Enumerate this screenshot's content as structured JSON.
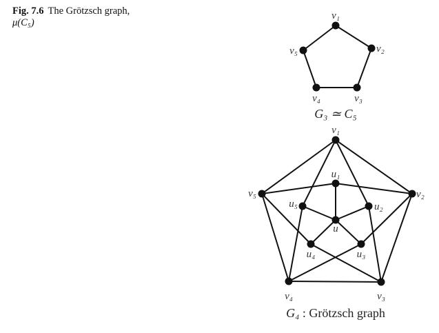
{
  "caption": {
    "figure_number": "Fig. 7.6",
    "text": "The Grötzsch graph,",
    "line2": "μ(C₅)"
  },
  "graphs": [
    {
      "id": "G3",
      "title_math": "G₃ ≃ C₅",
      "vertices": [
        {
          "id": "v1",
          "label": "v₁"
        },
        {
          "id": "v2",
          "label": "v₂"
        },
        {
          "id": "v3",
          "label": "v₃"
        },
        {
          "id": "v4",
          "label": "v₄"
        },
        {
          "id": "v5",
          "label": "v₅"
        }
      ],
      "edges": [
        [
          "v1",
          "v2"
        ],
        [
          "v2",
          "v3"
        ],
        [
          "v3",
          "v4"
        ],
        [
          "v4",
          "v5"
        ],
        [
          "v5",
          "v1"
        ]
      ]
    },
    {
      "id": "G4",
      "title_math": "G₄",
      "title_text": " : Grötzsch graph",
      "vertices": [
        {
          "id": "v1",
          "label": "v₁"
        },
        {
          "id": "v2",
          "label": "v₂"
        },
        {
          "id": "v3",
          "label": "v₃"
        },
        {
          "id": "v4",
          "label": "v₄"
        },
        {
          "id": "v5",
          "label": "v₅"
        },
        {
          "id": "u1",
          "label": "u₁"
        },
        {
          "id": "u2",
          "label": "u₂"
        },
        {
          "id": "u3",
          "label": "u₃"
        },
        {
          "id": "u4",
          "label": "u₄"
        },
        {
          "id": "u5",
          "label": "u₅"
        },
        {
          "id": "u",
          "label": "u"
        }
      ],
      "edges": [
        [
          "v1",
          "v2"
        ],
        [
          "v2",
          "v3"
        ],
        [
          "v3",
          "v4"
        ],
        [
          "v4",
          "v5"
        ],
        [
          "v5",
          "v1"
        ],
        [
          "v1",
          "u2"
        ],
        [
          "v1",
          "u5"
        ],
        [
          "v2",
          "u1"
        ],
        [
          "v2",
          "u3"
        ],
        [
          "v3",
          "u2"
        ],
        [
          "v3",
          "u4"
        ],
        [
          "v4",
          "u3"
        ],
        [
          "v4",
          "u5"
        ],
        [
          "v5",
          "u1"
        ],
        [
          "v5",
          "u4"
        ],
        [
          "u",
          "u1"
        ],
        [
          "u",
          "u2"
        ],
        [
          "u",
          "u3"
        ],
        [
          "u",
          "u4"
        ],
        [
          "u",
          "u5"
        ]
      ]
    }
  ]
}
